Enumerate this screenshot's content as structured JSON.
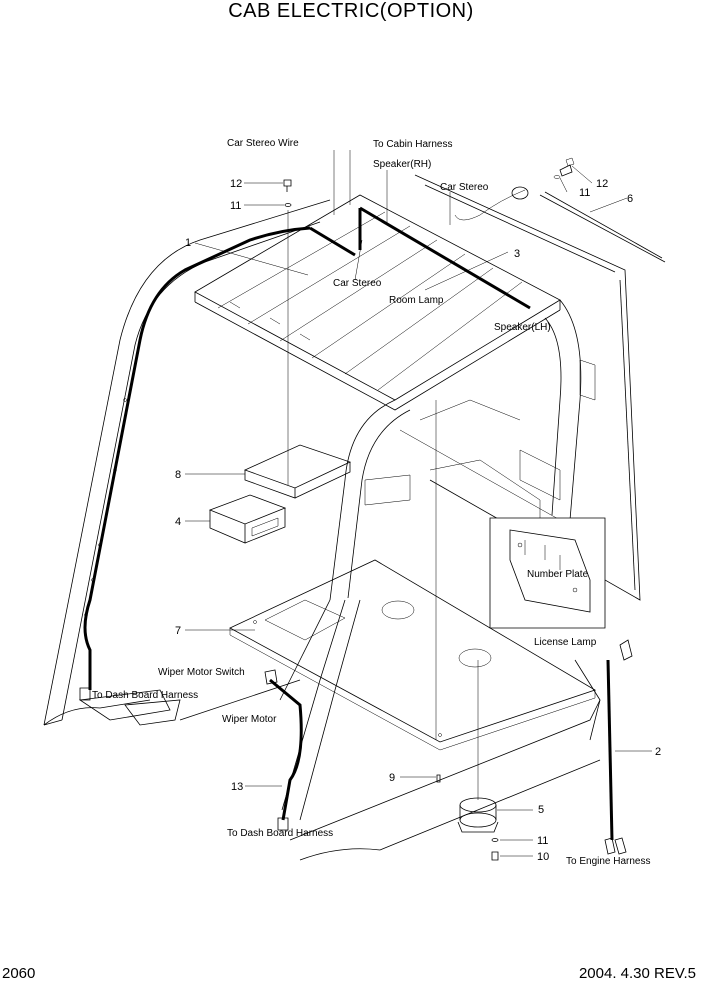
{
  "title": "CAB ELECTRIC(OPTION)",
  "page_number": "2060",
  "revision": "2004. 4.30 REV.5",
  "labels": {
    "car_stereo_wire": "Car Stereo Wire",
    "to_cabin_harness": "To Cabin Harness",
    "speaker_rh": "Speaker(RH)",
    "car_stereo_top": "Car Stereo",
    "car_stereo_mid": "Car Stereo",
    "room_lamp": "Room Lamp",
    "speaker_lh": "Speaker(LH)",
    "number_plate": "Number Plate",
    "license_lamp": "License Lamp",
    "wiper_motor_switch": "Wiper Motor Switch",
    "to_dash_board_harness_1": "To Dash Board Harness",
    "wiper_motor": "Wiper Motor",
    "to_dash_board_harness_2": "To Dash Board Harness",
    "to_engine_harness": "To Engine Harness"
  },
  "callouts": {
    "c1": "1",
    "c2": "2",
    "c3": "3",
    "c4": "4",
    "c5": "5",
    "c6": "6",
    "c7": "7",
    "c8": "8",
    "c9": "9",
    "c10": "10",
    "c11a": "11",
    "c11b": "11",
    "c11c": "11",
    "c12a": "12",
    "c12b": "12",
    "c13": "13"
  }
}
